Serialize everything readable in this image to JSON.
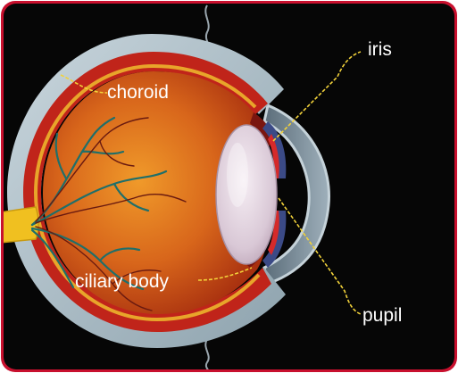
{
  "diagram": {
    "labels": {
      "choroid": "choroid",
      "iris": "iris",
      "ciliary_body": "ciliary body",
      "pupil": "pupil"
    },
    "colors": {
      "background": "#060606",
      "frame": "#c8102e",
      "sclera": "#a9bcc6",
      "choroid": "#c0241a",
      "retina": "#e8a52a",
      "vitreous": "#d9661c",
      "optic_nerve": "#f0c020",
      "blood_vessel": "#1f6f6a",
      "leader_line": "#f2d23a",
      "lens": "#e7dce6"
    }
  }
}
